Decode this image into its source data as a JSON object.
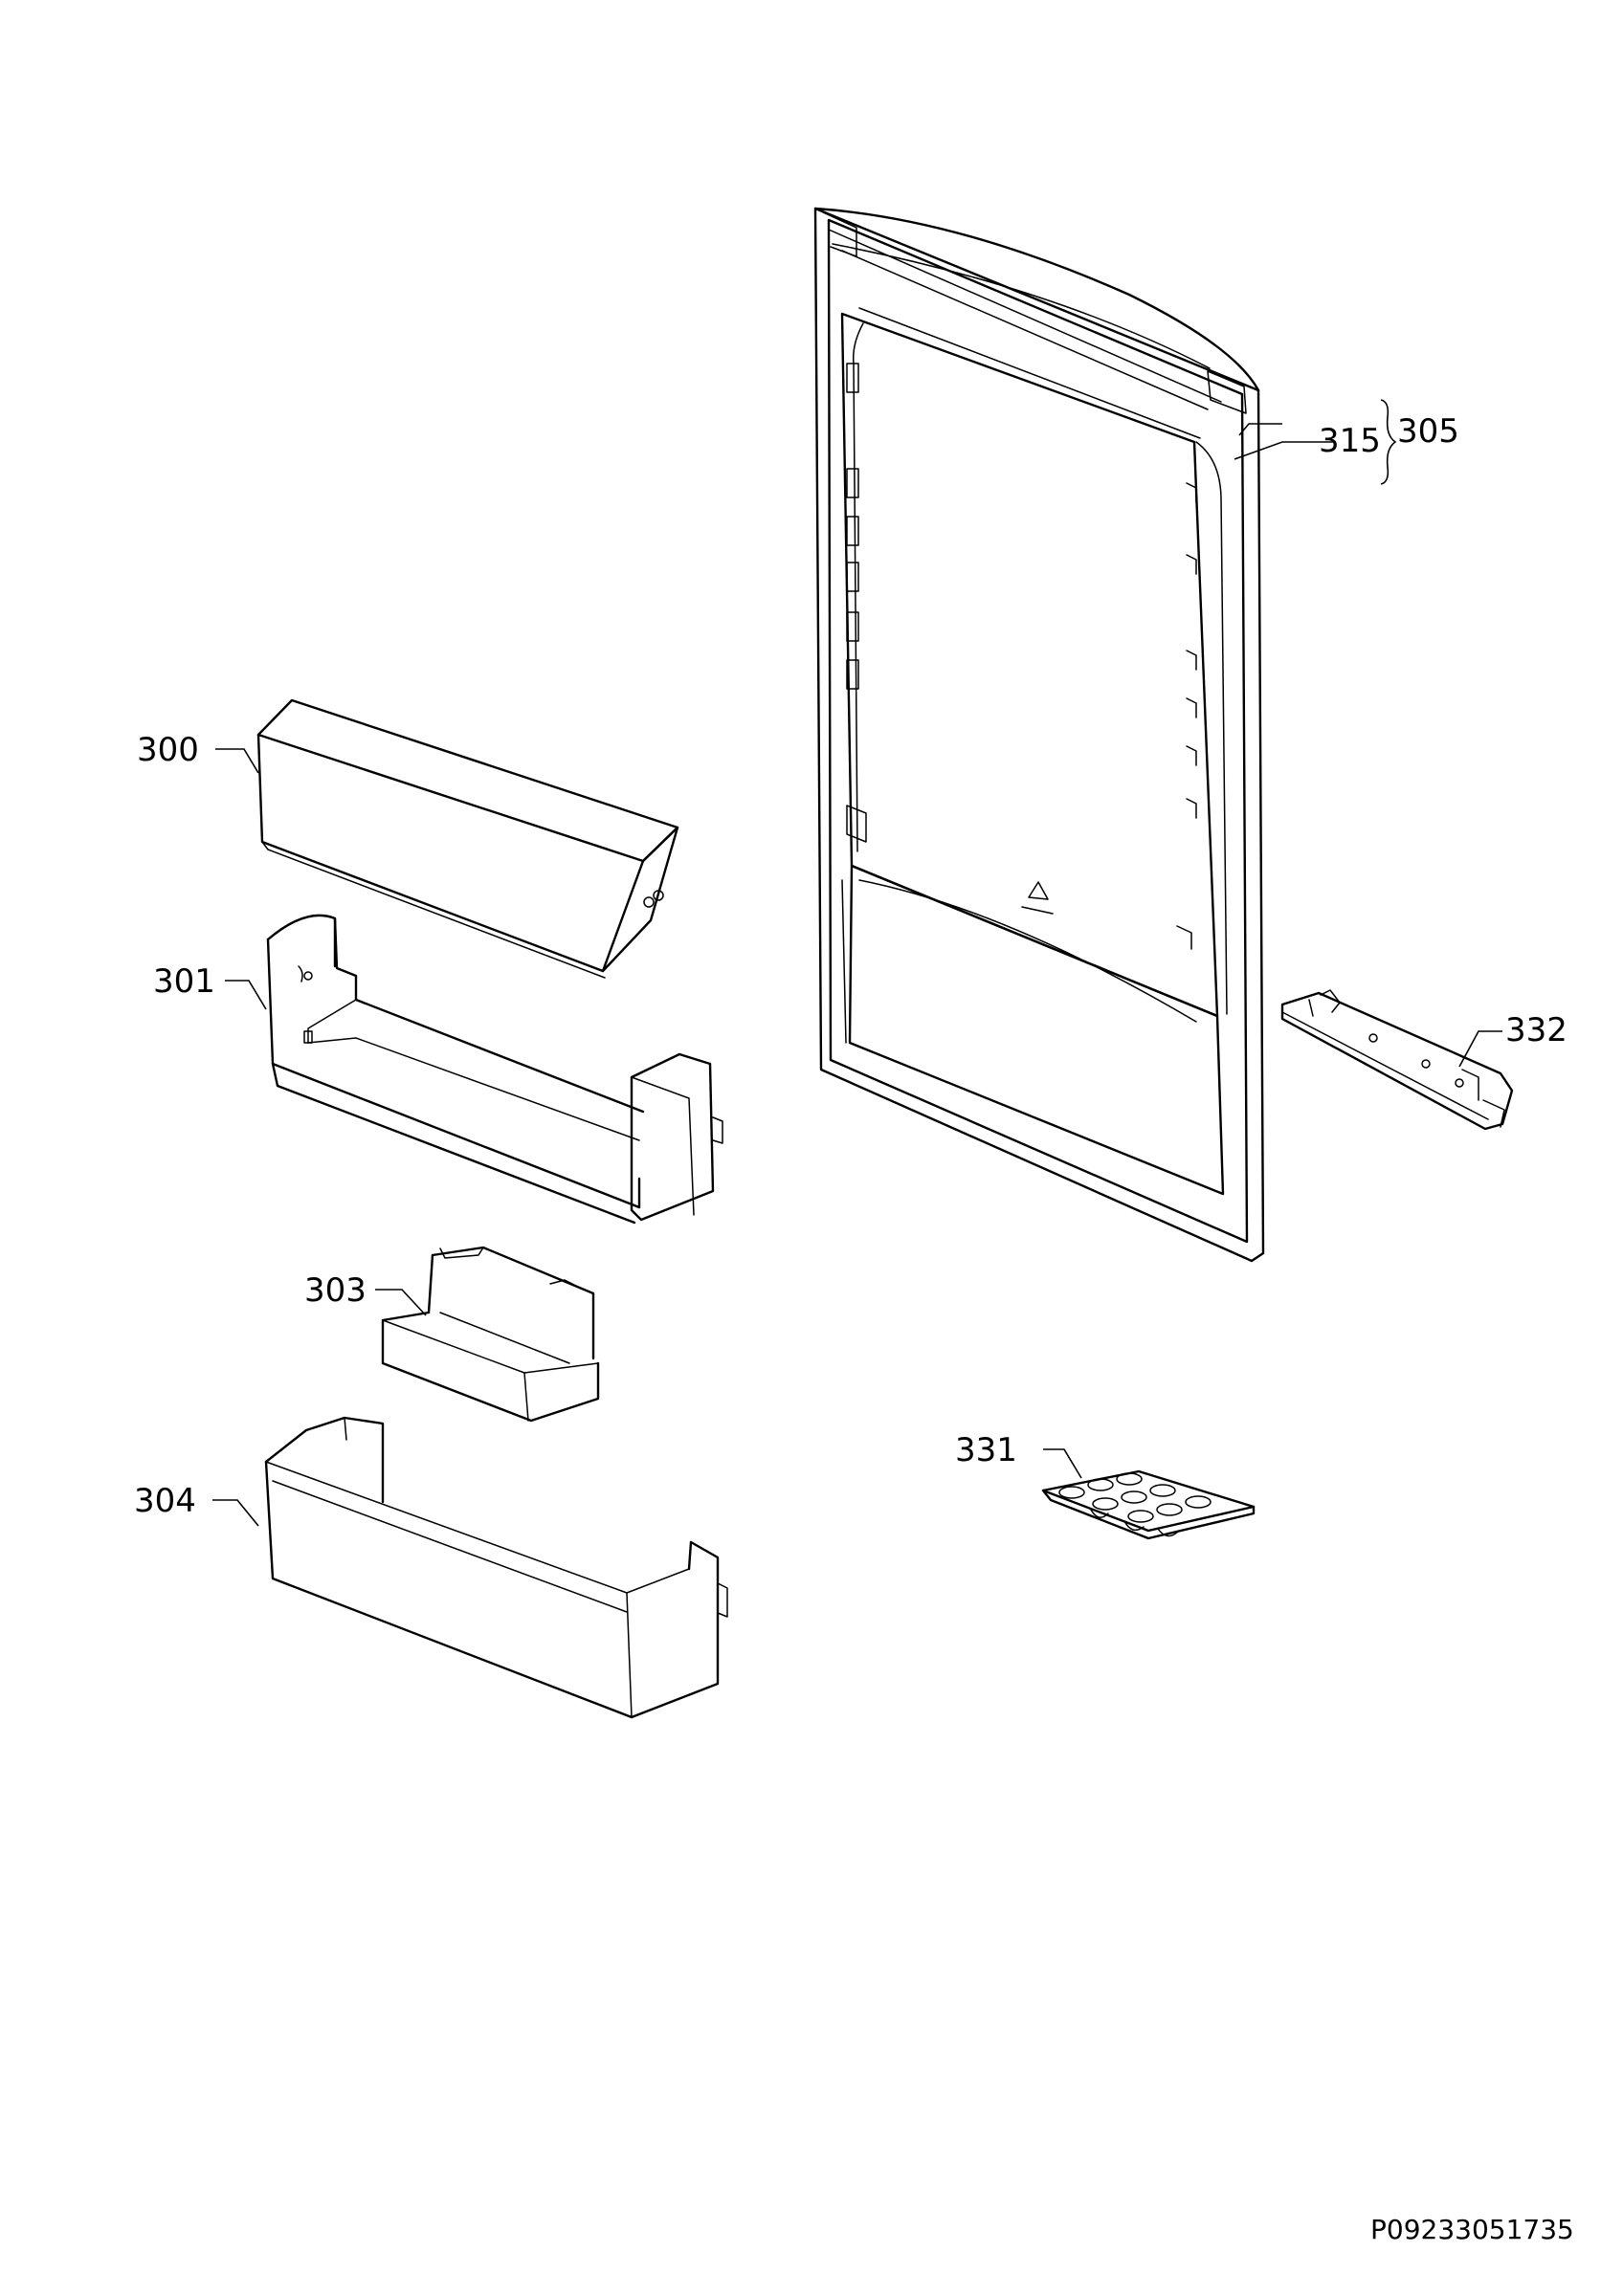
{
  "labels": {
    "p300": "300",
    "p301": "301",
    "p303": "303",
    "p304": "304",
    "p305": "305",
    "p315": "315",
    "p331": "331",
    "p332": "332"
  },
  "drawing_code": "P09233051735"
}
